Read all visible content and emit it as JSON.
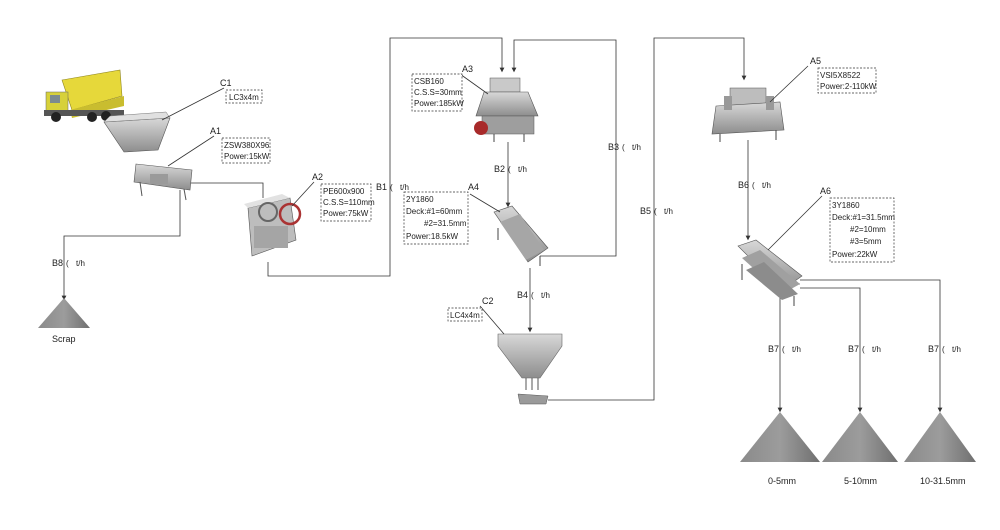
{
  "equipment": {
    "c1": {
      "id": "C1",
      "spec": [
        "LC3x4m"
      ]
    },
    "a1": {
      "id": "A1",
      "spec": [
        "ZSW380X96",
        "Power:15kW"
      ]
    },
    "a2": {
      "id": "A2",
      "spec": [
        "PE600x900",
        "C.S.S=110mm",
        "Power:75kW"
      ]
    },
    "a3": {
      "id": "A3",
      "spec": [
        "CSB160",
        "C.S.S=30mm",
        "Power:185kW"
      ]
    },
    "a4": {
      "id": "A4",
      "spec": [
        "2Y1860",
        "Deck:#1=60mm",
        "#2=31.5mm",
        "Power:18.5kW"
      ]
    },
    "c2": {
      "id": "C2",
      "spec": [
        "LC4x4m"
      ]
    },
    "a5": {
      "id": "A5",
      "spec": [
        "VSI5X8522",
        "Power:2-110kW"
      ]
    },
    "a6": {
      "id": "A6",
      "spec": [
        "3Y1860",
        "Deck:#1=31.5mm",
        "#2=10mm",
        "#3=5mm",
        "Power:22kW"
      ]
    }
  },
  "flows": {
    "b1": "B1",
    "b2": "B2",
    "b3": "B3",
    "b4": "B4",
    "b5": "B5",
    "b6": "B6",
    "b7": "B7",
    "b8": "B8",
    "unit": "t/h"
  },
  "products": {
    "scrap": "Scrap",
    "p1": "0-5mm",
    "p2": "5-10mm",
    "p3": "10-31.5mm"
  }
}
